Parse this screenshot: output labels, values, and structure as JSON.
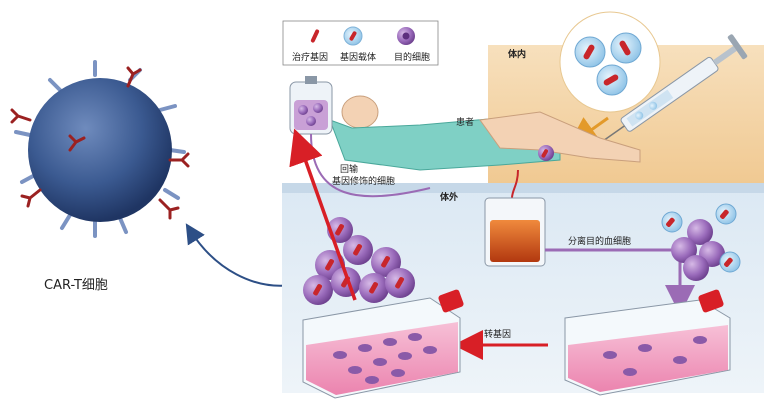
{
  "legend": {
    "therapeutic_gene": "治疗基因",
    "gene_vector": "基因载体",
    "target_cell": "目的细胞"
  },
  "labels": {
    "in_vivo": "体内",
    "ex_vivo": "体外",
    "patient": "患者",
    "reinfusion_line1": "回输",
    "reinfusion_line2": "基因修饰的细胞",
    "separate_cells": "分离目的血细胞",
    "transduction": "转基因",
    "car_t_caption": "CAR-T细胞"
  },
  "colors": {
    "gene_red": "#c8262b",
    "vector_blue": "#a9d3ef",
    "cell_purple": "#8a5aa8",
    "arrow_red": "#d81f26",
    "arrow_purple": "#9b6bb5",
    "arrow_orange": "#e39a2a",
    "car_t_arrow": "#2d4f86",
    "in_vivo_bg": "#f7dfb8",
    "ex_vivo_bg": "#d9e6f1",
    "dish_pink": "#f08fb8"
  }
}
